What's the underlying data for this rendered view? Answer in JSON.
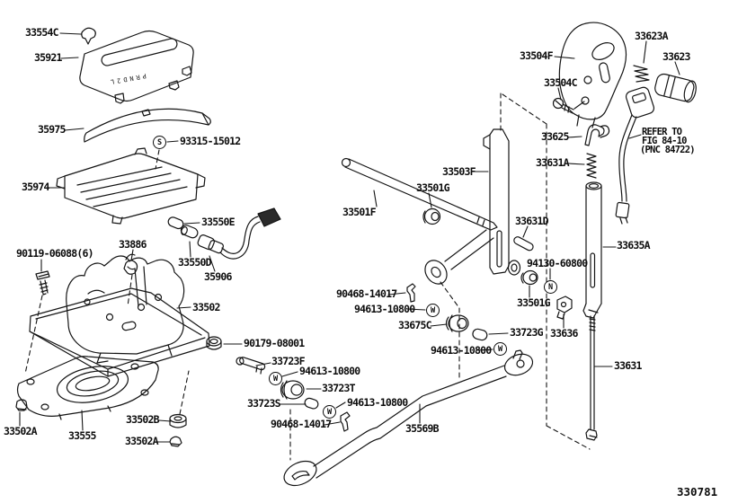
{
  "diagram": {
    "code": "330781",
    "shift_pattern": "PRND2L",
    "note": {
      "l1": "REFER TO",
      "l2": "FIG 84-10",
      "l3": "(PNC 84722)"
    },
    "labels": [
      {
        "text": "33554C"
      },
      {
        "text": "35921"
      },
      {
        "text": "35975"
      },
      {
        "text": "93315-15012"
      },
      {
        "text": "35974"
      },
      {
        "text": "33550E"
      },
      {
        "text": "33886"
      },
      {
        "text": "90119-06088(6)"
      },
      {
        "text": "33550D"
      },
      {
        "text": "35906"
      },
      {
        "text": "33502"
      },
      {
        "text": "90179-08001"
      },
      {
        "text": "33723F"
      },
      {
        "text": "94613-10800"
      },
      {
        "text": "33723T"
      },
      {
        "text": "33723S"
      },
      {
        "text": "94613-10800"
      },
      {
        "text": "90468-14017"
      },
      {
        "text": "33502B"
      },
      {
        "text": "33502A"
      },
      {
        "text": "33555"
      },
      {
        "text": "33502A"
      },
      {
        "text": "35569B"
      },
      {
        "text": "33501F"
      },
      {
        "text": "33501G"
      },
      {
        "text": "33503F"
      },
      {
        "text": "90468-14017"
      },
      {
        "text": "94613-10800"
      },
      {
        "text": "33675C"
      },
      {
        "text": "94613-10800"
      },
      {
        "text": "33504F"
      },
      {
        "text": "33623A"
      },
      {
        "text": "33623"
      },
      {
        "text": "33504C"
      },
      {
        "text": "33625"
      },
      {
        "text": "33631A"
      },
      {
        "text": "33631D"
      },
      {
        "text": "33635A"
      },
      {
        "text": "94130-60800"
      },
      {
        "text": "33501G"
      },
      {
        "text": "33723G"
      },
      {
        "text": "33636"
      },
      {
        "text": "33631"
      }
    ],
    "markers": [
      {
        "letter": "S"
      },
      {
        "letter": "W"
      },
      {
        "letter": "W"
      },
      {
        "letter": "W"
      },
      {
        "letter": "W"
      },
      {
        "letter": "N"
      }
    ]
  }
}
